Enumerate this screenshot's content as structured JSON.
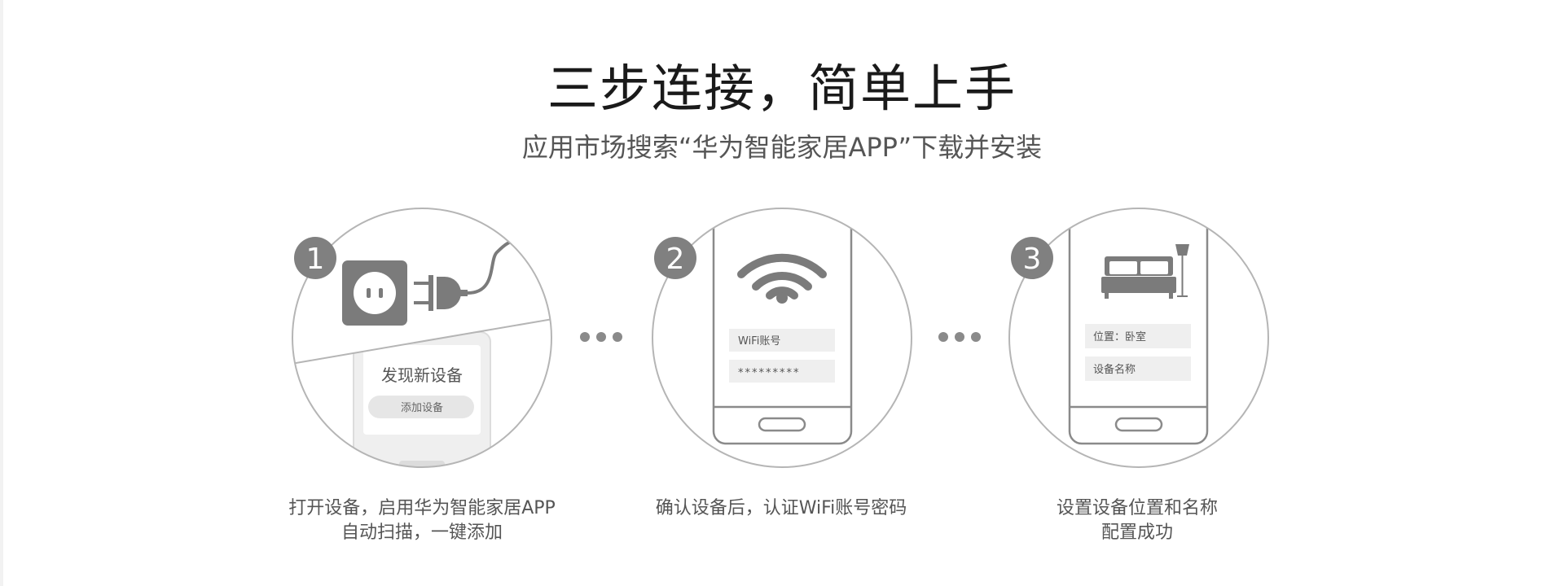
{
  "header": {
    "title": "三步连接，简单上手",
    "subtitle": "应用市场搜索“华为智能家居APP”下载并安装"
  },
  "colors": {
    "icon_gray": "#7b7b7b",
    "circle_stroke": "#b5b5b5",
    "field_bg": "#efefef"
  },
  "steps": [
    {
      "number": "1",
      "card_title": "发现新设备",
      "card_button": "添加设备",
      "caption_line1": "打开设备，启用华为智能家居APP",
      "caption_line2": "自动扫描，一键添加"
    },
    {
      "number": "2",
      "field1": "WiFi账号",
      "field2": "*********",
      "caption_line1": "确认设备后，认证WiFi账号密码"
    },
    {
      "number": "3",
      "field1": "位置：卧室",
      "field2": "设备名称",
      "caption_line1": "设置设备位置和名称",
      "caption_line2": "配置成功"
    }
  ]
}
